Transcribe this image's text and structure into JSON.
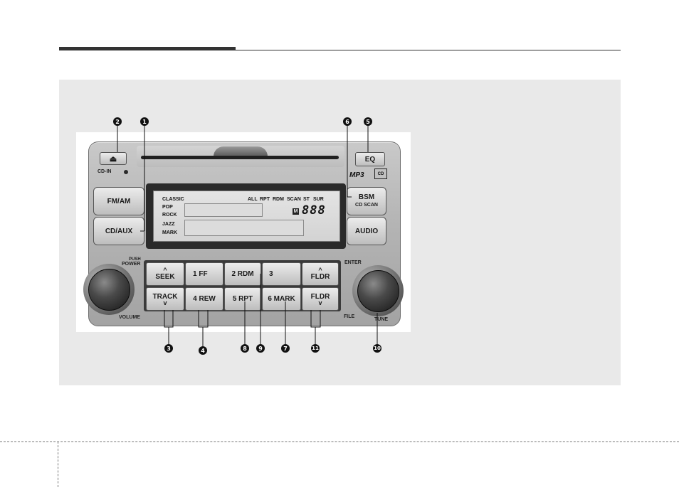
{
  "radio": {
    "eject_symbol": "⏏",
    "eq_label": "EQ",
    "cdin_label": "CD-IN",
    "mp3_logo": "MP3",
    "cd_logo": "CD",
    "fmam_label": "FM/AM",
    "cdaux_label": "CD/AUX",
    "bsm_label": "BSM",
    "bsm_sub_label": "CD SCAN",
    "audio_label": "AUDIO",
    "display": {
      "left_labels": [
        "CLASSIC",
        "POP",
        "ROCK",
        "JAZZ",
        "MARK"
      ],
      "top_indicators": [
        "ALL",
        "RPT",
        "RDM",
        "SCAN",
        "ST",
        "SUR"
      ],
      "m_badge": "M",
      "digits": "888"
    },
    "grid": {
      "seek": "SEEK",
      "btn1": "1  FF",
      "btn2": "2 RDM",
      "btn3": "3",
      "fldr_up": "FLDR",
      "track": "TRACK",
      "btn4": "4 REW",
      "btn5": "5 RPT",
      "btn6": "6 MARK",
      "fldr_down": "FLDR",
      "arrow_up": "^",
      "arrow_down": "v"
    },
    "knob_labels": {
      "push": "PUSH",
      "power": "POWER",
      "volume": "VOLUME",
      "enter": "ENTER",
      "file": "FILE",
      "tune": "TUNE"
    }
  },
  "callouts": {
    "c1": "1",
    "c2": "2",
    "c3": "3",
    "c4": "4",
    "c5": "5",
    "c6": "6",
    "c7": "7",
    "c8": "8",
    "c9": "9",
    "c10": "10",
    "c11": "11"
  }
}
